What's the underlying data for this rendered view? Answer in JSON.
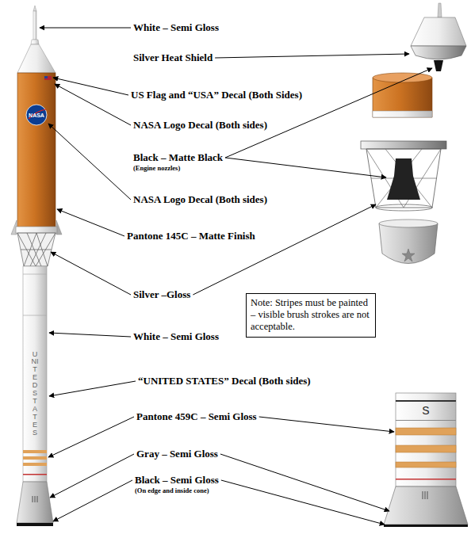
{
  "diagram": {
    "nodes": [
      {
        "text": [
          "Note: Stripes must be painted – visible brush strokes are not acceptable."
        ]
      }
    ],
    "labels": [
      "White – Semi Gloss",
      "Silver Heat Shield",
      "US Flag and “USA” Decal (Both Sides)",
      "NASA Logo Decal (Both sides)",
      "Black – Matte Black",
      "(Engine nozzles)",
      "NASA Logo Decal (Both sides)",
      "Pantone 145C – Matte Finish",
      "Silver –Gloss",
      "White – Semi Gloss",
      "“UNITED STATES” Decal (Both sides)",
      "Pantone 459C – Semi Gloss",
      "Gray – Semi Gloss",
      "Black – Semi Gloss",
      "(On edge and inside cone)",
      "NASA",
      "UNITED STATES",
      "S"
    ]
  }
}
